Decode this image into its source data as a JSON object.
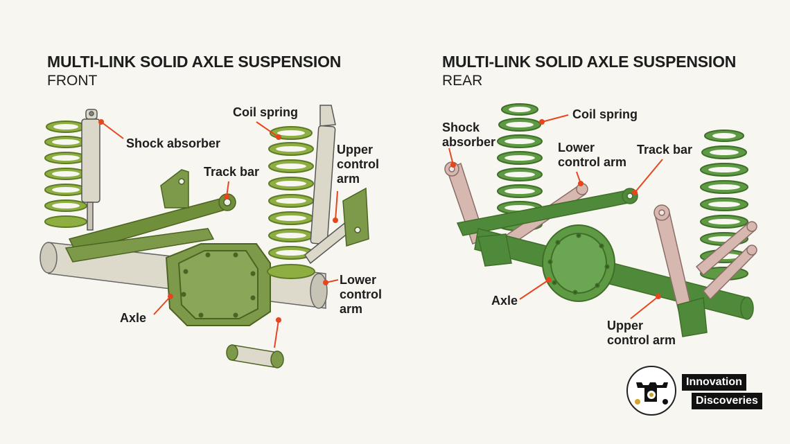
{
  "front": {
    "title": "MULTI-LINK SOLID AXLE SUSPENSION",
    "subtitle": "FRONT",
    "labels": {
      "shock_absorber": "Shock absorber",
      "track_bar": "Track bar",
      "coil_spring": "Coil spring",
      "upper_control_arm": "Upper\ncontrol\narm",
      "lower_control_arm": "Lower\ncontrol\narm",
      "axle": "Axle"
    }
  },
  "rear": {
    "title": "MULTI-LINK SOLID AXLE SUSPENSION",
    "subtitle": "REAR",
    "labels": {
      "shock_absorber": "Shock\nabsorber",
      "coil_spring": "Coil spring",
      "lower_control_arm": "Lower\ncontrol arm",
      "track_bar": "Track bar",
      "axle": "Axle",
      "upper_control_arm": "Upper\ncontrol arm"
    }
  },
  "branding": {
    "line1": "Innovation",
    "line2": "Discoveries"
  },
  "colors": {
    "leader": "#e5461e",
    "spring_green": "#8fae42",
    "part_green": "#6f8f3a",
    "housing_green": "#7d9a4a",
    "tube_gray": "#d9d6c8",
    "rear_green": "#4f8a3a",
    "rear_pink": "#d6b8b0"
  }
}
